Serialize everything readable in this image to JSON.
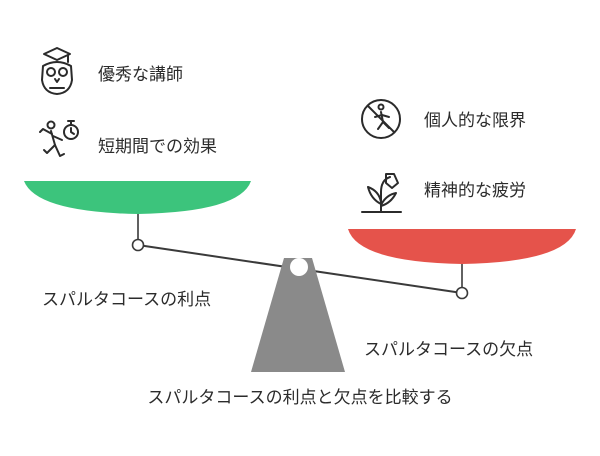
{
  "title": "スパルタコースの利点と欠点を比較する",
  "left_side": {
    "label": "スパルタコースの利点",
    "color": "#3cc47c",
    "items": [
      {
        "text": "優秀な講師",
        "icon": "owl-graduate-icon"
      },
      {
        "text": "短期間での効果",
        "icon": "running-stopwatch-icon"
      }
    ]
  },
  "right_side": {
    "label": "スパルタコースの欠点",
    "color": "#e5534b",
    "items": [
      {
        "text": "個人的な限界",
        "icon": "no-running-icon"
      },
      {
        "text": "精神的な疲労",
        "icon": "wilting-plant-icon"
      }
    ]
  },
  "fulcrum_color": "#8a8a8a"
}
